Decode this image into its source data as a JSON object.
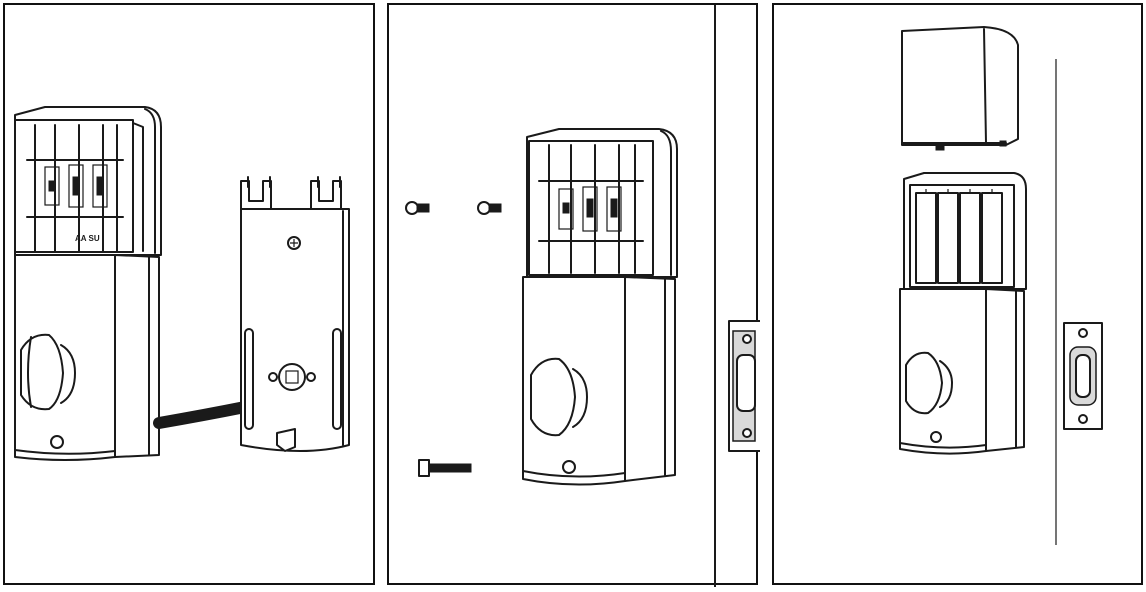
{
  "panels": [
    {
      "id": "step-1",
      "battery_label": "AA SU"
    },
    {
      "id": "step-2"
    },
    {
      "id": "step-3"
    }
  ]
}
